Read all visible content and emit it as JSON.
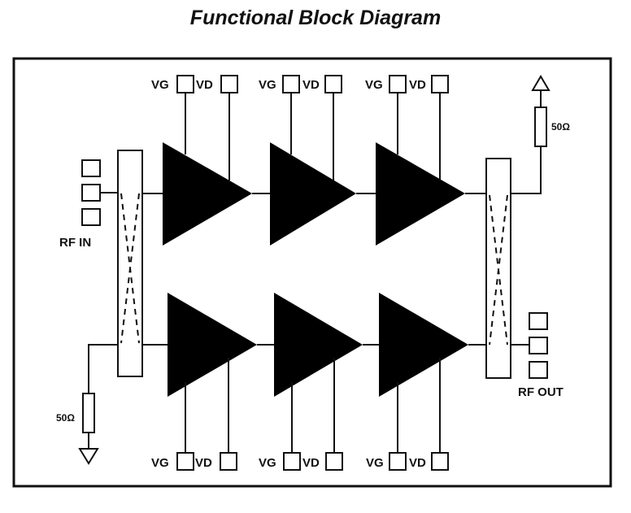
{
  "title": "Functional Block Diagram",
  "labels": {
    "rf_in": "RF IN",
    "rf_out": "RF OUT",
    "res_top": "50Ω",
    "res_bottom": "50Ω",
    "vg": "VG",
    "vd": "VD"
  }
}
